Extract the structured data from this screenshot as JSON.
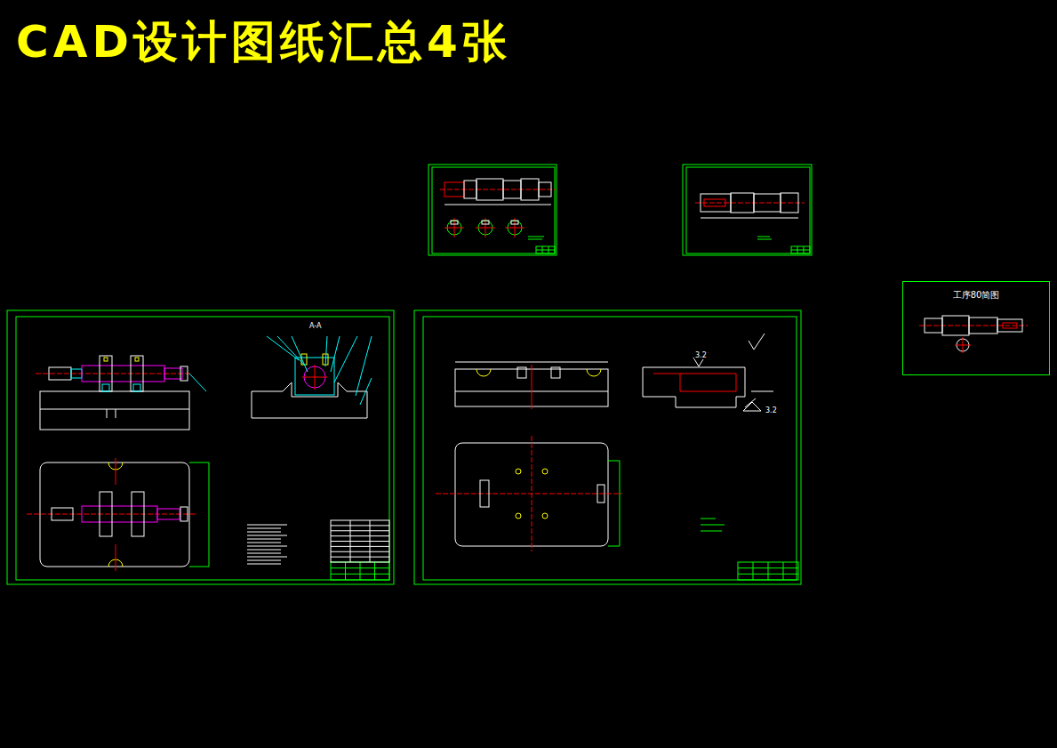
{
  "diagram": {
    "title": "CAD设计图纸汇总4张",
    "nodes": [
      {
        "text": [
          "工序80简图"
        ]
      }
    ],
    "labels": [
      "A-A",
      "3.2",
      "3.2"
    ]
  }
}
